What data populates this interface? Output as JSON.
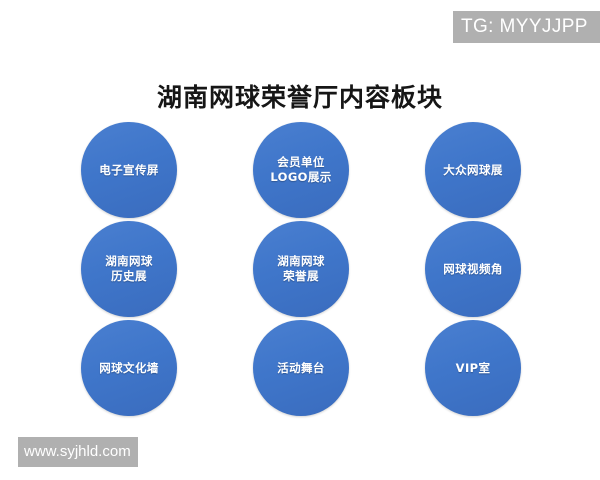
{
  "page": {
    "title": "湖南网球荣誉厅内容板块",
    "background_color": "#ffffff",
    "accent_color": "#3f76ca"
  },
  "watermarks": {
    "tg_badge": "TG: MYYJJPP",
    "site": "www.syjhld.com",
    "badge_color": "#b0b0b0",
    "badge_text_color": "#ffffff"
  },
  "diagram": {
    "type": "circle-grid",
    "columns": 3,
    "rows": 3,
    "nodes": [
      {
        "id": "node-0",
        "label": "电子宣传屏",
        "row": 0,
        "col": 0
      },
      {
        "id": "node-1",
        "label": "会员单位\nLOGO展示",
        "row": 0,
        "col": 1
      },
      {
        "id": "node-2",
        "label": "大众网球展",
        "row": 0,
        "col": 2
      },
      {
        "id": "node-3",
        "label": "湖南网球\n历史展",
        "row": 1,
        "col": 0
      },
      {
        "id": "node-4",
        "label": "湖南网球\n荣誉展",
        "row": 1,
        "col": 1
      },
      {
        "id": "node-5",
        "label": "网球视频角",
        "row": 1,
        "col": 2
      },
      {
        "id": "node-6",
        "label": "网球文化墙",
        "row": 2,
        "col": 0
      },
      {
        "id": "node-7",
        "label": "活动舞台",
        "row": 2,
        "col": 1
      },
      {
        "id": "node-8",
        "label": "VIP室",
        "row": 2,
        "col": 2
      }
    ]
  }
}
